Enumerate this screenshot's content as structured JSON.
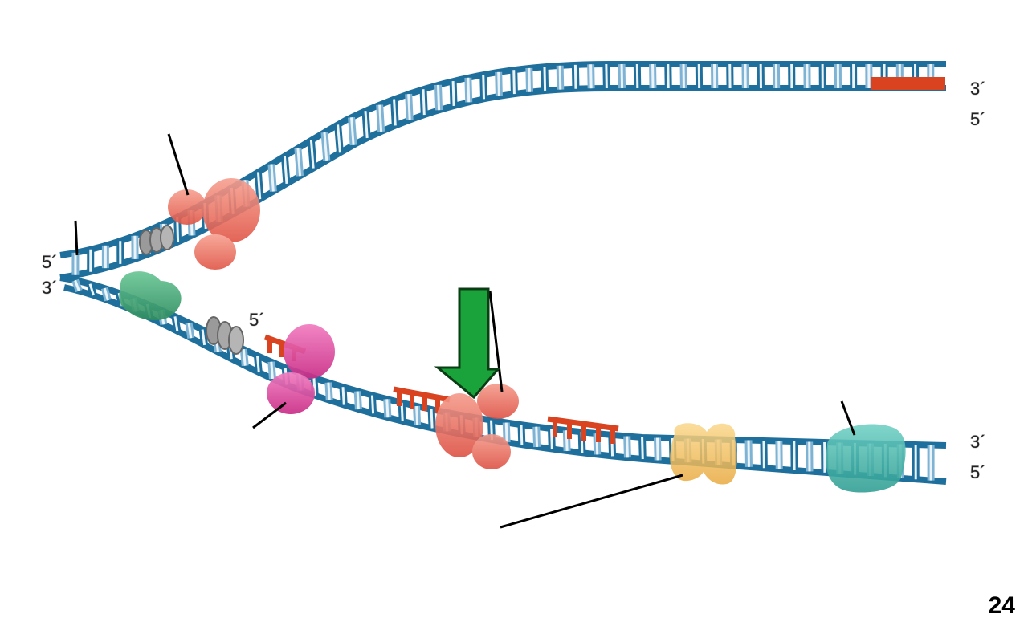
{
  "ends": {
    "top_right_upper": "3´",
    "top_right_lower": "5´",
    "left_upper": "5´",
    "left_lower": "3´",
    "primer": "5´",
    "bottom_right_upper": "3´",
    "bottom_right_lower": "5´"
  },
  "page_number": "24",
  "colors": {
    "backbone": "#1f6f9c",
    "backbone_light": "#7fb3d4",
    "rung": "#eaf4fa",
    "rna": "#d9431f",
    "polymerase": "#ee6a5c",
    "helicase": "#f08070",
    "topoisomerase": "#3fa878",
    "ssb": "#9a9a9a",
    "primase": "#e0409a",
    "ligase": "#f2c060",
    "clamp": "#3fb3a8",
    "arrow": "#1aa33a"
  }
}
